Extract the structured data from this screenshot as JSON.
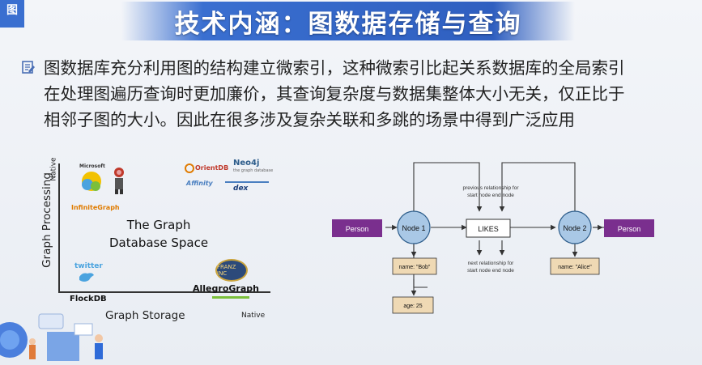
{
  "corner": {
    "label": "图"
  },
  "title": "技术内涵：图数据存储与查询",
  "paragraph": {
    "lines": [
      "图数据库充分利用图的结构建立微索引，这种微索引比起关系数据库的全局索引",
      "在处理图遍历查询时更加廉价，其查询复杂度与数据集整体大小无关，仅正比于",
      "相邻子图的大小。因此在很多涉及复杂关联和多跳的场景中得到广泛应用"
    ]
  },
  "left_figure": {
    "y_axis_label": "Graph Processing",
    "y_native": "Native",
    "x_axis_label": "Graph Storage",
    "x_native": "Native",
    "space_title_line1": "The Graph",
    "space_title_line2": "Database Space",
    "logos": {
      "microsoft": "Microsoft",
      "infinitegraph": "InfiniteGraph",
      "orientdb": "OrientDB",
      "neo4j": "Neo4j",
      "neo4j_sub": "the graph database",
      "affinity": "Affinity",
      "dex": "dex",
      "twitter": "twitter",
      "flockdb": "FlockDB",
      "allegrograph": "AllegroGraph",
      "franz": "FRANZ INC"
    }
  },
  "right_figure": {
    "person_left": "Person",
    "person_right": "Person",
    "node1": "Node 1",
    "node2": "Node 2",
    "likes": "LIKES",
    "prev_rel_line1": "previous relationship for",
    "prev_rel_line2": "start node end node",
    "next_rel_line1": "next relationship for",
    "next_rel_line2": "start node end node",
    "name_bob": "name: \"Bob\"",
    "name_alice": "name: \"Alice\"",
    "age": "age: 25",
    "colors": {
      "person_fill": "#7a2f8e",
      "node_fill": "#a9c8e6",
      "prop_fill": "#efd9b4"
    }
  }
}
